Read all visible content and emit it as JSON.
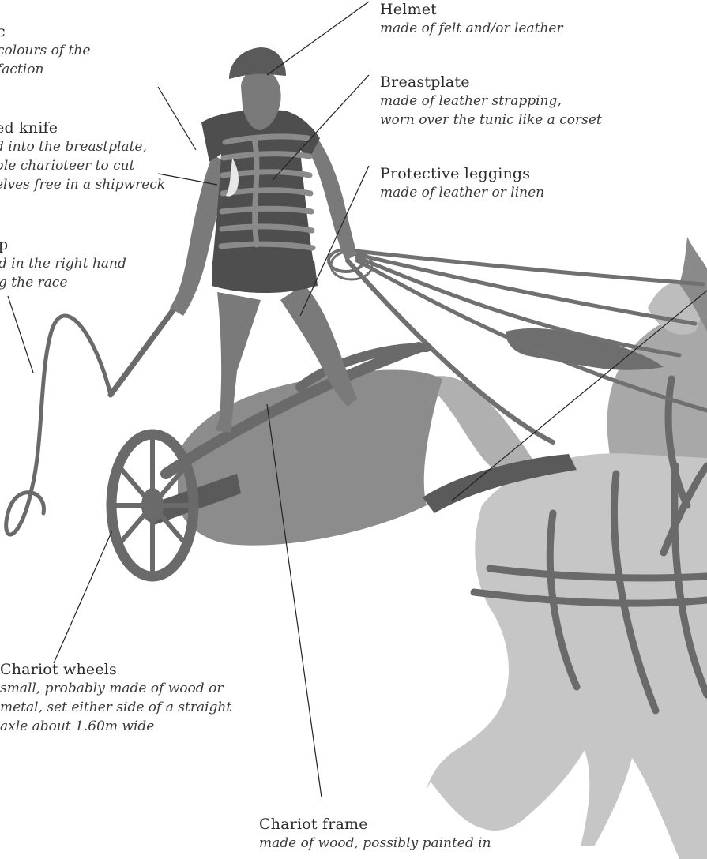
{
  "palette": {
    "charioteer": "#7a7a7a",
    "tunic": "#4e4e4e",
    "chariot": "#8c8c8c",
    "chariot_dark": "#5a5a5a",
    "horse_light": "#c6c6c6",
    "horse_mid": "#a8a8a8",
    "harness": "#6a6a6a",
    "leader_line": "#222222"
  },
  "labels": {
    "helmet": {
      "title": "Helmet",
      "desc": "made of felt and/or leather"
    },
    "breastplate": {
      "title": "Breastplate",
      "desc": [
        "made of leather strapping,",
        "worn over the tunic like a corset"
      ]
    },
    "leggings": {
      "title": "Protective leggings",
      "desc": "made of leather or linen"
    },
    "tunic": {
      "title": "c",
      "desc": [
        "colours of the",
        "faction"
      ]
    },
    "knife": {
      "title": "ed knife",
      "desc": [
        "d into the breastplate,",
        "ble charioteer to cut",
        "elves free in a shipwreck"
      ]
    },
    "whip": {
      "title": "p",
      "desc": [
        "d in the right hand",
        "g the race"
      ]
    },
    "wheels": {
      "title": "Chariot wheels",
      "desc": [
        "small, probably made of wood or",
        "metal, set either side of a straight",
        "axle about 1.60m wide"
      ]
    },
    "frame": {
      "title": "Chariot frame",
      "desc": "made of wood, possibly painted in"
    }
  }
}
